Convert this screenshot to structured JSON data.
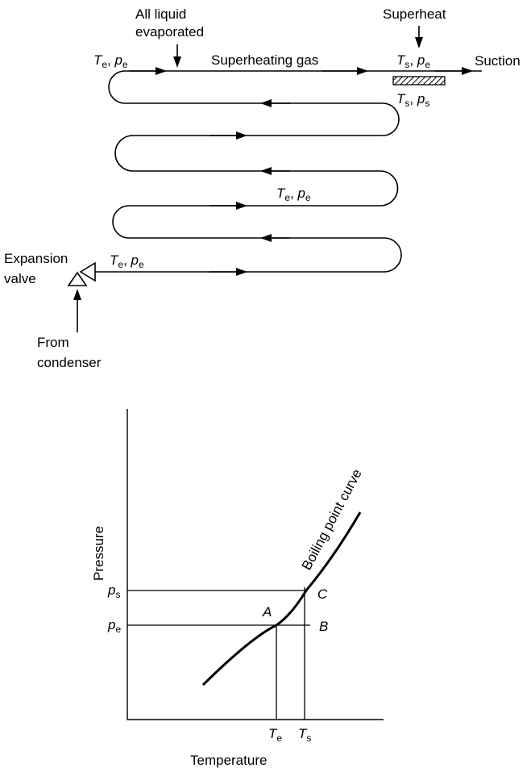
{
  "evaporator": {
    "all_liquid_evaporated_line1": "All liquid",
    "all_liquid_evaporated_line2": "evaporated",
    "superheat": "Superheat",
    "superheating_gas": "Superheating gas",
    "suction": "Suction",
    "expansion_valve_line1": "Expansion",
    "expansion_valve_line2": "valve",
    "from_condenser_line1": "From",
    "from_condenser_line2": "condenser",
    "symbols": {
      "T": "T",
      "p": "p",
      "e": "e",
      "s": "s",
      "comma": ", "
    }
  },
  "graph": {
    "ylabel": "Pressure",
    "xlabel": "Temperature",
    "curve_label": "Boiling point curve",
    "point_a": "A",
    "point_b": "B",
    "point_c": "C",
    "y_tick_ps_main": "p",
    "y_tick_ps_sub": "s",
    "y_tick_pe_main": "p",
    "y_tick_pe_sub": "e",
    "x_tick_te_main": "T",
    "x_tick_te_sub": "e",
    "x_tick_ts_main": "T",
    "x_tick_ts_sub": "s"
  }
}
